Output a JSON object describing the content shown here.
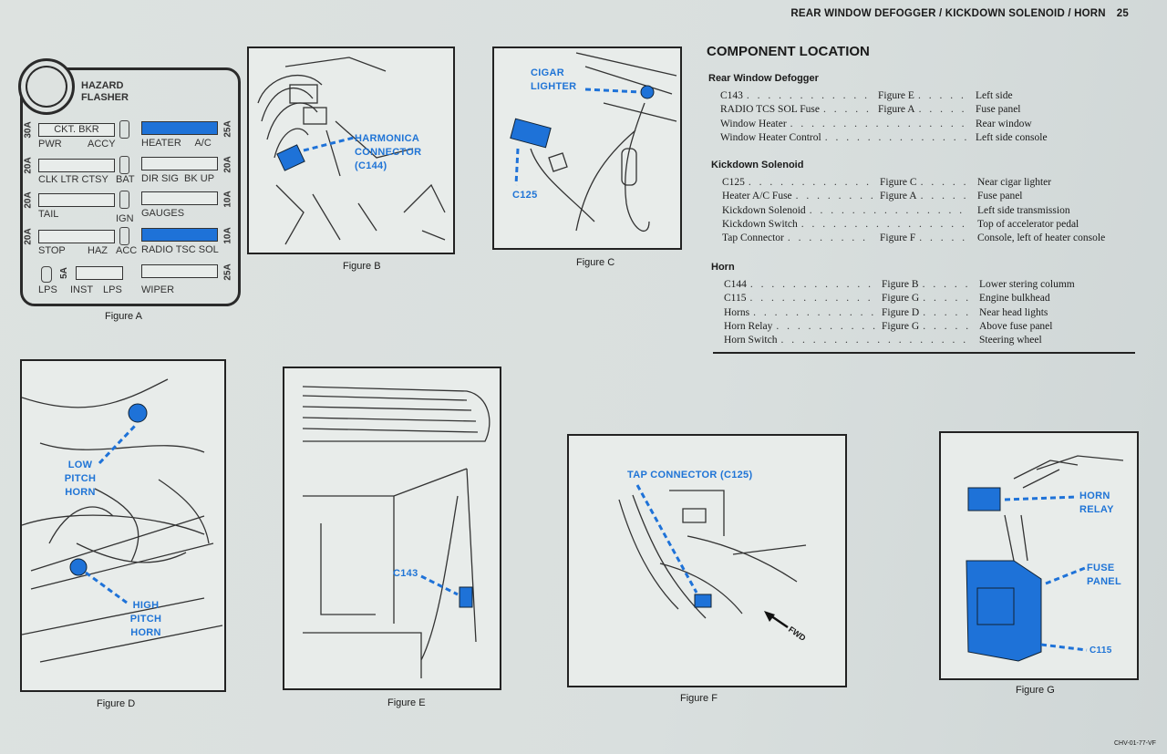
{
  "header": {
    "title": "REAR WINDOW DEFOGGER / KICKDOWN SOLENOID / HORN",
    "page_number": "25"
  },
  "figure_a": {
    "caption": "Figure A",
    "hazard_label": "HAZARD FLASHER",
    "fuses": [
      {
        "left_amp": "30A",
        "left_text": "CKT. BKR",
        "left_label_l": "PWR",
        "left_label_r": "ACCY",
        "right_label": "HEATER     A/C",
        "right_amp": "25A",
        "right_on": true,
        "mid": "",
        "left_box_label": "CKT. BKR"
      },
      {
        "left_amp": "20A",
        "left_label_l": "CLK LTR CTSY",
        "left_label_r": "",
        "mid": "BAT",
        "right_label": "DIR SIG  BK UP",
        "right_amp": "20A",
        "right_on": false
      },
      {
        "left_amp": "20A",
        "left_label_l": "TAIL",
        "left_label_r": "",
        "mid": "IGN",
        "right_label": "GAUGES",
        "right_amp": "10A",
        "right_on": false
      },
      {
        "left_amp": "20A",
        "left_label_l": "STOP",
        "left_label_r": "HAZ",
        "mid": "ACC",
        "right_label": "RADIO TSC SOL",
        "right_amp": "10A",
        "right_on": true
      },
      {
        "left_amp": "5A",
        "left_label_l": "INST",
        "left_label_r": "LPS",
        "mid": "LPS",
        "right_label": "WIPER",
        "right_amp": "25A",
        "right_on": false
      }
    ]
  },
  "figure_b": {
    "caption": "Figure B",
    "callout": "HARMONICA CONNECTOR (C144)"
  },
  "figure_c": {
    "caption": "Figure C",
    "callout_lighter": "CIGAR LIGHTER",
    "callout_conn": "C125"
  },
  "figure_d": {
    "caption": "Figure D",
    "callout_low": "LOW PITCH HORN",
    "callout_high": "HIGH PITCH HORN"
  },
  "figure_e": {
    "caption": "Figure E",
    "callout": "C143"
  },
  "figure_f": {
    "caption": "Figure F",
    "callout": "TAP CONNECTOR (C125)",
    "fwd": "FWD"
  },
  "figure_g": {
    "caption": "Figure G",
    "callout_relay": "HORN RELAY",
    "callout_panel": "FUSE PANEL",
    "callout_conn": "C115"
  },
  "component_location": {
    "title": "COMPONENT LOCATION",
    "sections": [
      {
        "name": "Rear Window Defogger",
        "rows": [
          {
            "component": "C143",
            "figure": "Figure E",
            "location": "Left side"
          },
          {
            "component": "RADIO TCS SOL Fuse",
            "figure": "Figure A",
            "location": "Fuse panel"
          },
          {
            "component": "Window Heater",
            "figure": "",
            "location": "Rear window"
          },
          {
            "component": "Window Heater Control",
            "figure": "",
            "location": "Left side console"
          }
        ]
      },
      {
        "name": "Kickdown Solenoid",
        "rows": [
          {
            "component": "C125",
            "figure": "Figure C",
            "location": "Near cigar lighter"
          },
          {
            "component": "Heater A/C Fuse",
            "figure": "Figure A",
            "location": "Fuse panel"
          },
          {
            "component": "Kickdown Solenoid",
            "figure": "",
            "location": "Left side transmission"
          },
          {
            "component": "Kickdown Switch",
            "figure": "",
            "location": "Top of accelerator pedal"
          },
          {
            "component": "Tap Connector",
            "figure": "Figure F",
            "location": "Console, left of heater console"
          }
        ]
      },
      {
        "name": "Horn",
        "rows": [
          {
            "component": "C144",
            "figure": "Figure B",
            "location": "Lower stering columm"
          },
          {
            "component": "C115",
            "figure": "Figure G",
            "location": "Engine bulkhead"
          },
          {
            "component": "Horns",
            "figure": "Figure D",
            "location": "Near head lights"
          },
          {
            "component": "Horn Relay",
            "figure": "Figure G",
            "location": "Above fuse panel"
          },
          {
            "component": "Horn Switch",
            "figure": "",
            "location": "Steering wheel"
          }
        ]
      }
    ]
  },
  "footer": {
    "code": "CHV-01-77-VF"
  },
  "colors": {
    "accent": "#1e72d8",
    "ink": "#1a1a1a",
    "paper": "#dde2e0"
  }
}
